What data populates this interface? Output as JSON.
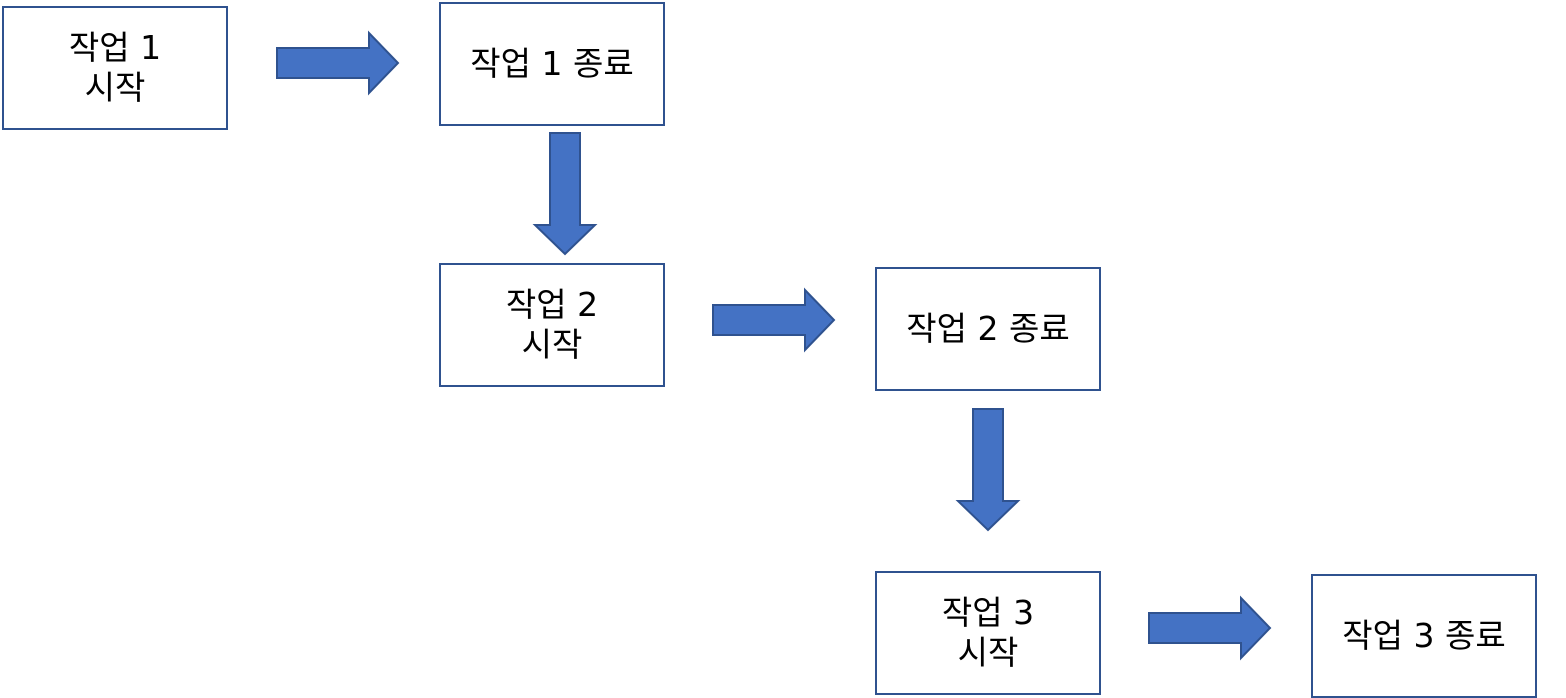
{
  "diagram": {
    "colors": {
      "box_border": "#2f528f",
      "arrow_fill": "#4472c4",
      "arrow_stroke": "#2f528f",
      "text": "#000000"
    },
    "steps": [
      {
        "text": "작업 1\n시작"
      },
      {
        "text": "작업 1 종료"
      },
      {
        "text": "작업 2\n시작"
      },
      {
        "text": "작업 2 종료"
      },
      {
        "text": "작업 3\n시작"
      },
      {
        "text": "작업 3 종료"
      }
    ],
    "connections": [
      {
        "from": 0,
        "to": 1,
        "direction": "right"
      },
      {
        "from": 1,
        "to": 2,
        "direction": "down"
      },
      {
        "from": 2,
        "to": 3,
        "direction": "right"
      },
      {
        "from": 3,
        "to": 4,
        "direction": "down"
      },
      {
        "from": 4,
        "to": 5,
        "direction": "right"
      }
    ]
  }
}
